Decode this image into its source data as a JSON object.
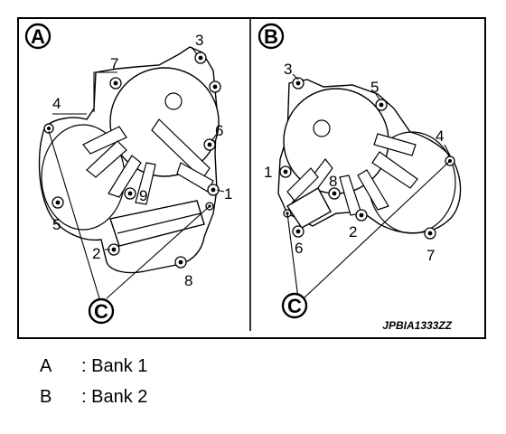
{
  "panels": {
    "a_letter": "A",
    "b_letter": "B",
    "c_letter": "C",
    "code": "JPBIA1333ZZ"
  },
  "bank1_numbers": [
    "1",
    "2",
    "3",
    "4",
    "5",
    "6",
    "7",
    "8",
    "9"
  ],
  "bank2_numbers": [
    "1",
    "2",
    "3",
    "4",
    "5",
    "6",
    "7",
    "8"
  ],
  "legend": [
    {
      "key": "A",
      "value": ": Bank 1"
    },
    {
      "key": "B",
      "value": ": Bank 2"
    }
  ]
}
